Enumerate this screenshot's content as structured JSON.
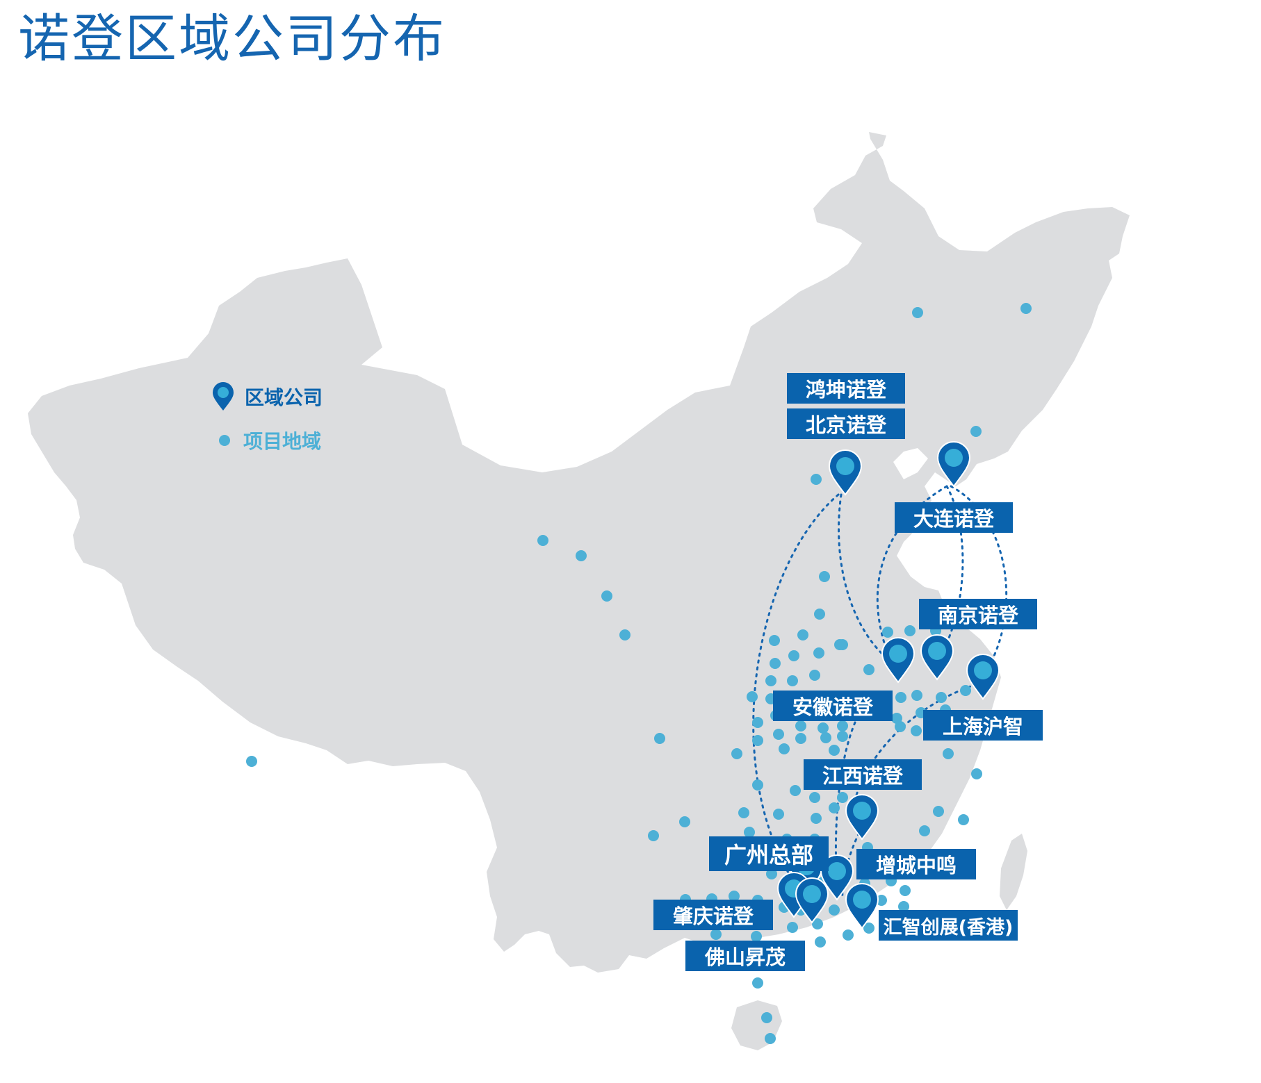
{
  "title": "诺登区域公司分布",
  "colors": {
    "title": "#1565b0",
    "land": "#dcdddf",
    "pin": "#0a63ad",
    "pin_inner": "#36aed8",
    "dot": "#4db0d6",
    "label_bg": "#0a63ad",
    "route": "#1565b0",
    "legend_pin_text": "#0a63ad",
    "legend_dot_text": "#4db0d6"
  },
  "legend": {
    "company": "区域公司",
    "project": "项目地域"
  },
  "regions": [
    {
      "id": "honkun",
      "label": "鸿坤诺登"
    },
    {
      "id": "beijing",
      "label": "北京诺登"
    },
    {
      "id": "dalian",
      "label": "大连诺登"
    },
    {
      "id": "nanjing",
      "label": "南京诺登"
    },
    {
      "id": "anhui",
      "label": "安徽诺登"
    },
    {
      "id": "shanghai",
      "label": "上海沪智"
    },
    {
      "id": "jiangxi",
      "label": "江西诺登"
    },
    {
      "id": "guangzhou",
      "label": "广州总部"
    },
    {
      "id": "zengcheng",
      "label": "增城中鸣"
    },
    {
      "id": "zhaoqing",
      "label": "肇庆诺登"
    },
    {
      "id": "huizhi",
      "label": "汇智创展(香港)"
    },
    {
      "id": "foshan",
      "label": "佛山昇茂"
    }
  ]
}
